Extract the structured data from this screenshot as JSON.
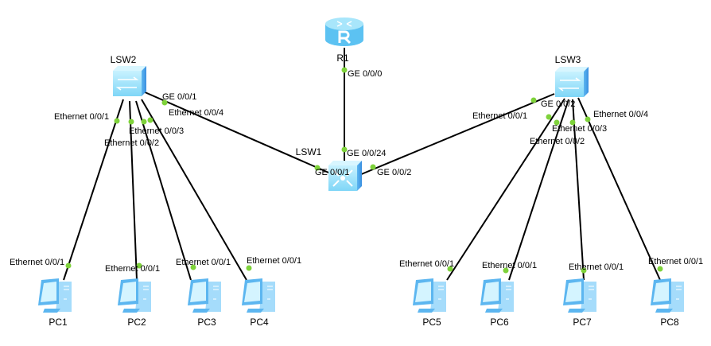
{
  "colors": {
    "link": "#000000",
    "port_dot": "#7ed23a",
    "device_light": "#bfefff",
    "device_mid": "#7fd6f7",
    "device_dark": "#3aa3e8"
  },
  "devices": [
    {
      "id": "R1",
      "label": "R1",
      "type": "router",
      "icon": "router-icon"
    },
    {
      "id": "LSW1",
      "label": "LSW1",
      "type": "l3-switch",
      "icon": "layer3-switch-icon"
    },
    {
      "id": "LSW2",
      "label": "LSW2",
      "type": "switch",
      "icon": "switch-icon"
    },
    {
      "id": "LSW3",
      "label": "LSW3",
      "type": "switch",
      "icon": "switch-icon"
    },
    {
      "id": "PC1",
      "label": "PC1",
      "type": "pc",
      "icon": "pc-icon"
    },
    {
      "id": "PC2",
      "label": "PC2",
      "type": "pc",
      "icon": "pc-icon"
    },
    {
      "id": "PC3",
      "label": "PC3",
      "type": "pc",
      "icon": "pc-icon"
    },
    {
      "id": "PC4",
      "label": "PC4",
      "type": "pc",
      "icon": "pc-icon"
    },
    {
      "id": "PC5",
      "label": "PC5",
      "type": "pc",
      "icon": "pc-icon"
    },
    {
      "id": "PC6",
      "label": "PC6",
      "type": "pc",
      "icon": "pc-icon"
    },
    {
      "id": "PC7",
      "label": "PC7",
      "type": "pc",
      "icon": "pc-icon"
    },
    {
      "id": "PC8",
      "label": "PC8",
      "type": "pc",
      "icon": "pc-icon"
    }
  ],
  "links": [
    {
      "a": "R1",
      "a_port": "GE 0/0/0",
      "b": "LSW1",
      "b_port": "GE 0/0/24"
    },
    {
      "a": "LSW2",
      "a_port": "GE 0/0/1",
      "b": "LSW1",
      "b_port": "GE 0/0/1"
    },
    {
      "a": "LSW3",
      "a_port": "GE 0/0/2",
      "b": "LSW1",
      "b_port": "GE 0/0/2"
    },
    {
      "a": "LSW2",
      "a_port": "Ethernet 0/0/1",
      "b": "PC1",
      "b_port": "Ethernet 0/0/1"
    },
    {
      "a": "LSW2",
      "a_port": "Ethernet 0/0/2",
      "b": "PC2",
      "b_port": "Ethernet 0/0/1"
    },
    {
      "a": "LSW2",
      "a_port": "Ethernet 0/0/3",
      "b": "PC3",
      "b_port": "Ethernet 0/0/1"
    },
    {
      "a": "LSW2",
      "a_port": "Ethernet 0/0/4",
      "b": "PC4",
      "b_port": "Ethernet 0/0/1"
    },
    {
      "a": "LSW3",
      "a_port": "Ethernet 0/0/1",
      "b": "PC5",
      "b_port": "Ethernet 0/0/1"
    },
    {
      "a": "LSW3",
      "a_port": "Ethernet 0/0/2",
      "b": "PC6",
      "b_port": "Ethernet 0/0/1"
    },
    {
      "a": "LSW3",
      "a_port": "Ethernet 0/0/3",
      "b": "PC7",
      "b_port": "Ethernet 0/0/1"
    },
    {
      "a": "LSW3",
      "a_port": "Ethernet 0/0/4",
      "b": "PC8",
      "b_port": "Ethernet 0/0/1"
    }
  ]
}
